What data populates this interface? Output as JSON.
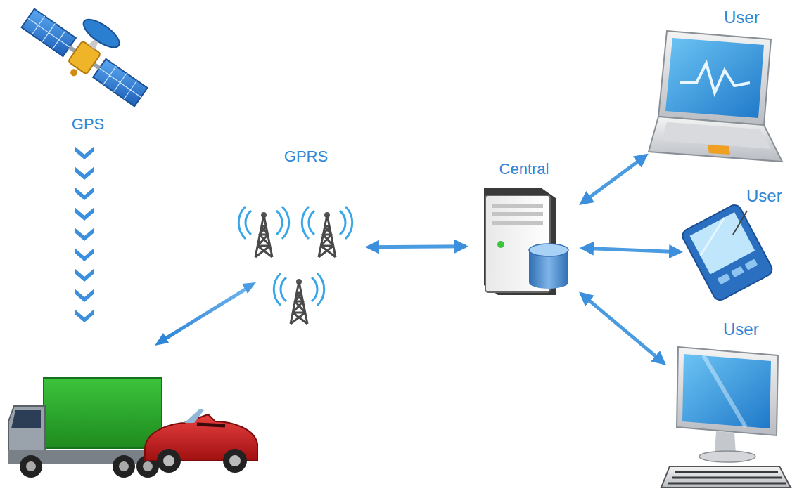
{
  "diagram": {
    "nodes": [
      {
        "text": [
          "GPS"
        ]
      },
      {
        "text": [
          "GPRS"
        ]
      },
      {
        "text": [
          "Central"
        ]
      },
      {
        "text": [
          "User"
        ]
      },
      {
        "text": [
          "User"
        ]
      },
      {
        "text": [
          "User"
        ]
      }
    ],
    "edges": [
      {
        "from": 1,
        "to": 2,
        "arrow": "both"
      },
      {
        "from": 2,
        "to": 3,
        "arrow": "both"
      },
      {
        "from": 2,
        "to": 4,
        "arrow": "both"
      },
      {
        "from": 2,
        "to": 5,
        "arrow": "both"
      }
    ]
  }
}
